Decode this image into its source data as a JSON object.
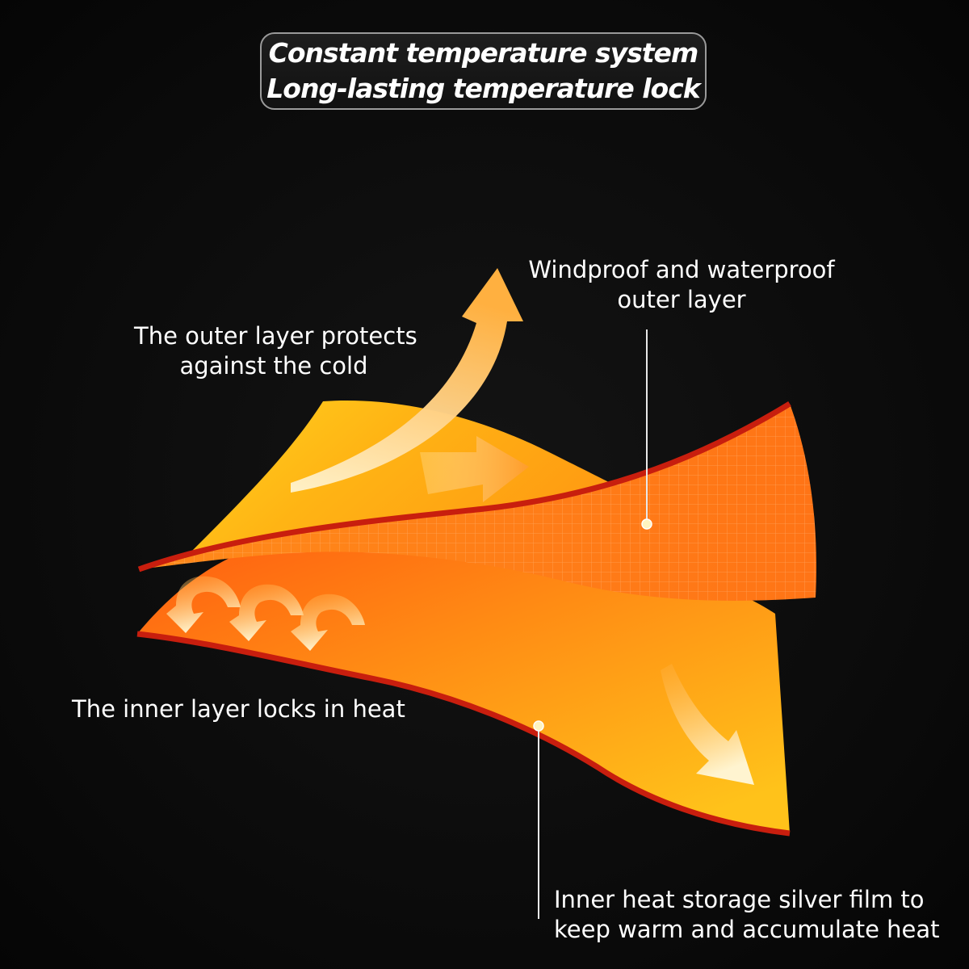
{
  "header": {
    "line1": "Constant temperature system",
    "line2": "Long-lasting temperature lock"
  },
  "labels": {
    "outer_protect": [
      "The outer layer protects",
      "against the cold"
    ],
    "windproof": [
      "Windproof and waterproof",
      "outer layer"
    ],
    "inner_lock": [
      "The inner layer locks in heat"
    ],
    "silver_film": [
      "Inner heat storage silver film to",
      "keep warm and accumulate heat"
    ]
  },
  "colors": {
    "background": "#0b0b0b",
    "layer_yellow": "#ffc21a",
    "layer_orange": "#ff7a1a",
    "edge_red": "#c81e0e",
    "arrow_light": "#fff2c8"
  },
  "icons": [
    "heat-escape-arrow-icon",
    "forward-arrow-icon",
    "curl-down-arrow-icon",
    "down-arrow-icon"
  ]
}
